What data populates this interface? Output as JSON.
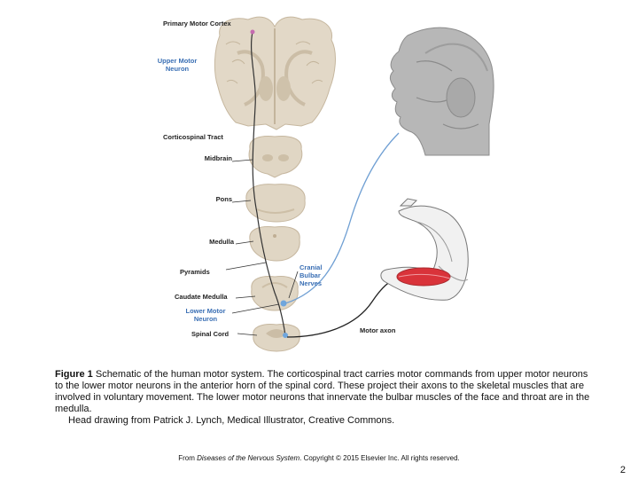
{
  "labels": {
    "primary_motor_cortex": "Primary Motor Cortex",
    "upper_motor_neuron_1": "Upper Motor",
    "upper_motor_neuron_2": "Neuron",
    "corticospinal_tract": "Corticospinal Tract",
    "midbrain": "Midbrain",
    "pons": "Pons",
    "medulla": "Medulla",
    "pyramids": "Pyramids",
    "caudate_medulla": "Caudate Medulla",
    "lower_motor_neuron_1": "Lower Motor",
    "lower_motor_neuron_2": "Neuron",
    "spinal_cord": "Spinal Cord",
    "cranial_1": "Cranial",
    "cranial_2": "Bulbar",
    "cranial_3": "Nerves",
    "motor_axon": "Motor axon"
  },
  "caption": {
    "figure_label": "Figure 1",
    "text": " Schematic of the human motor system. The corticospinal tract carries motor commands from upper motor neurons to the lower motor neurons in the anterior horn of the spinal cord. These project their axons to the skeletal muscles that are involved in voluntary movement. The lower motor neurons that innervate the bulbar muscles of the face and throat are in the medulla.",
    "credit": "Head drawing from Patrick J. Lynch, Medical Illustrator, Creative Commons."
  },
  "source": {
    "prefix": "From ",
    "book": "Diseases of the Nervous System",
    "suffix": ". Copyright © 2015 Elsevier Inc. All rights reserved."
  },
  "page_number": "2",
  "colors": {
    "tissue": "#ddd3c3",
    "tissue_dark": "#c9bca6",
    "axon_blue": "#6f9fd3",
    "label_blue": "#3a6fb4",
    "muscle_red": "#d9333a"
  }
}
